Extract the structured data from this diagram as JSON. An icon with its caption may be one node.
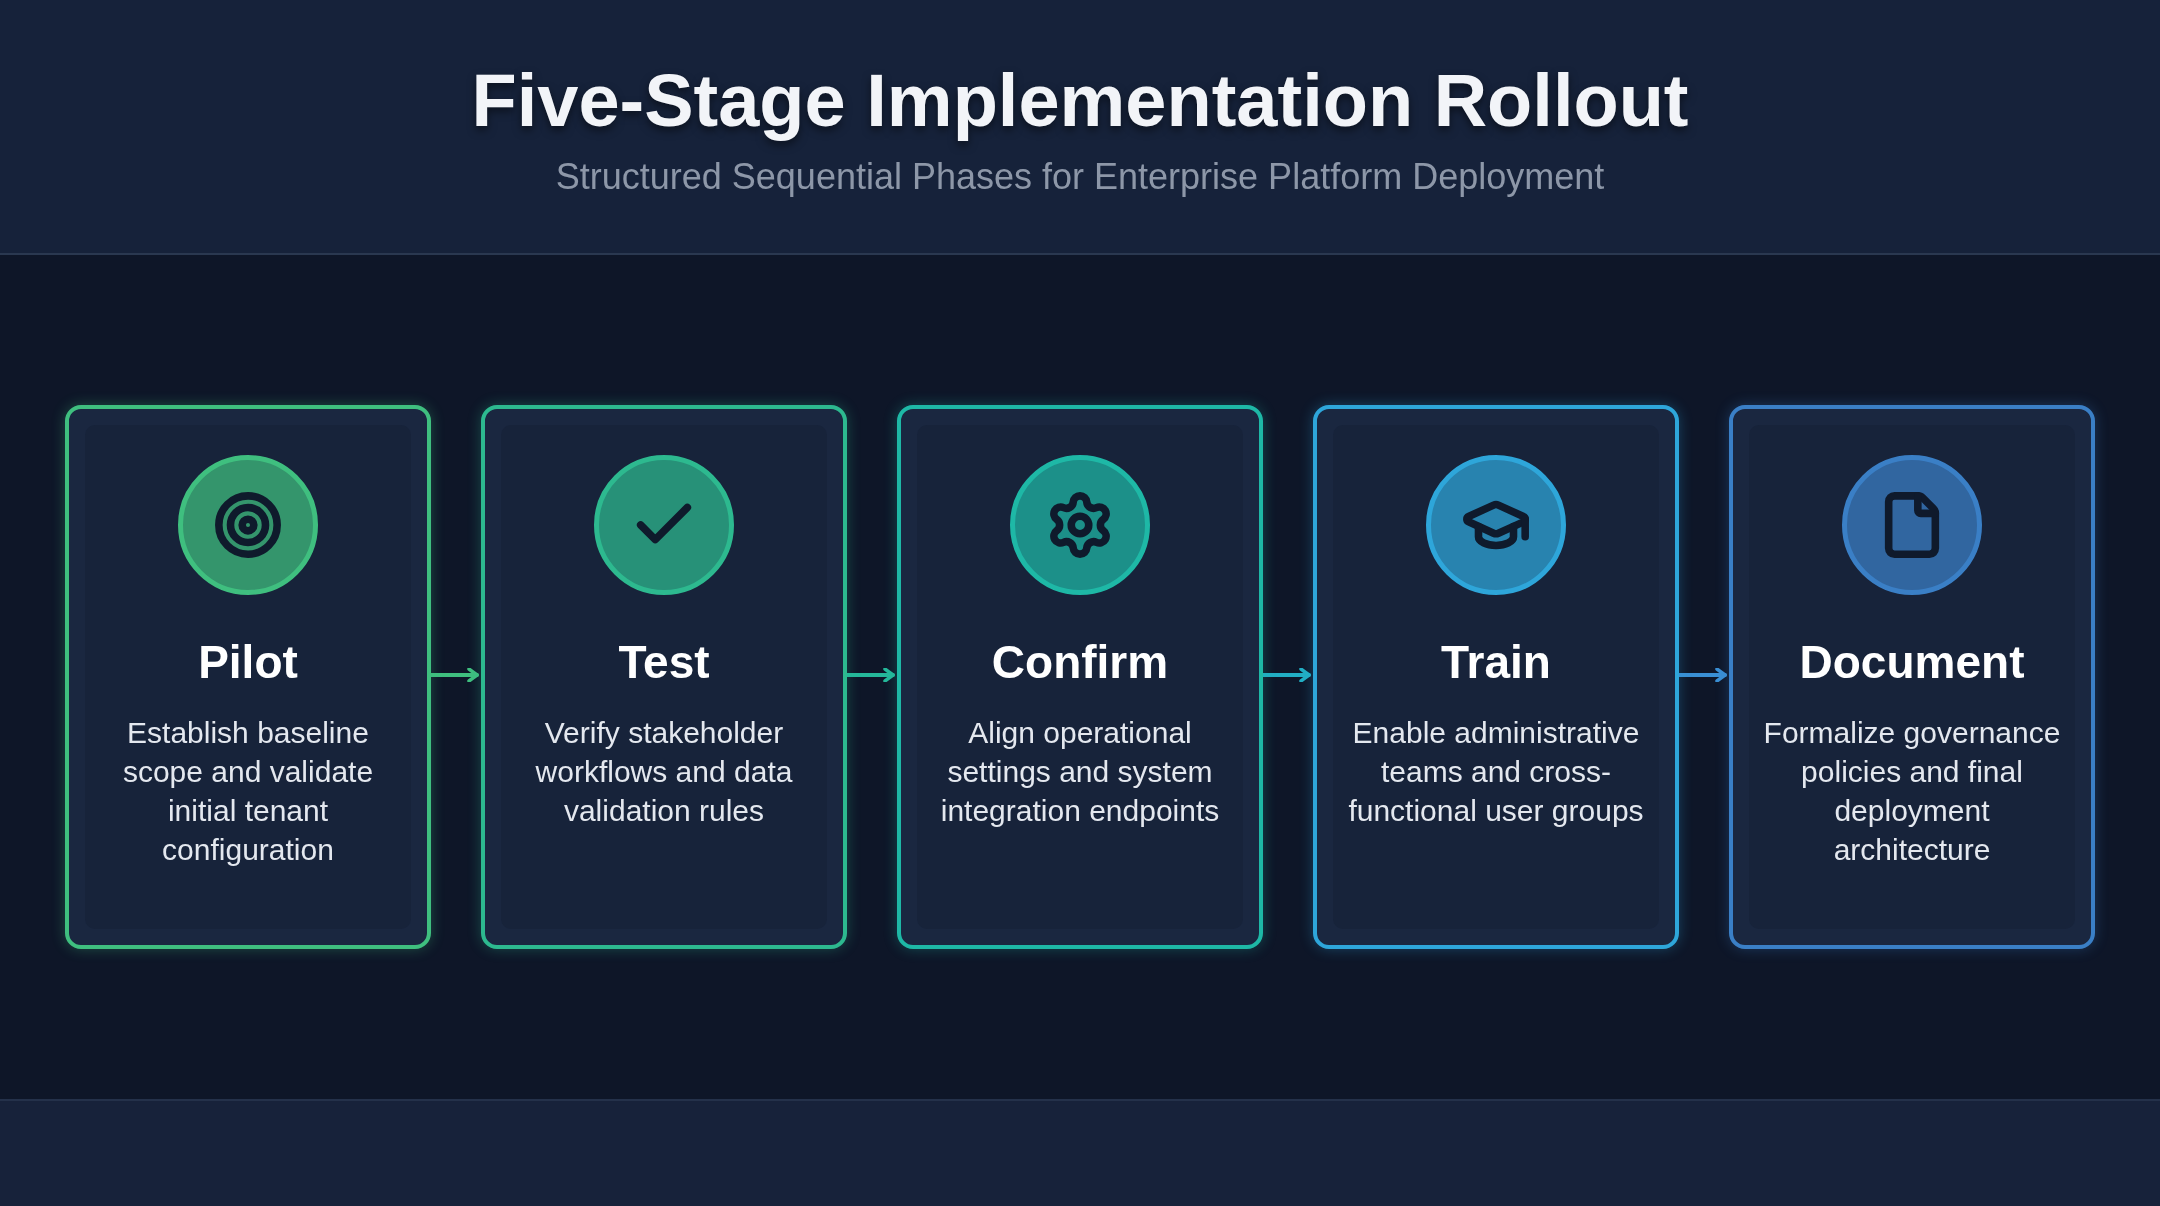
{
  "diagram": {
    "title": "Five-Stage Implementation Rollout",
    "caption": "Structured Sequential Phases for Enterprise Platform Deployment",
    "nodes": [
      {
        "text": [
          "Pilot",
          "Establish baseline scope and validate initial tenant configuration"
        ]
      },
      {
        "text": [
          "Test",
          "Verify stakeholder workflows and data validation rules"
        ]
      },
      {
        "text": [
          "Confirm",
          "Align operational settings and system integration endpoints"
        ]
      },
      {
        "text": [
          "Train",
          "Enable administrative teams and cross-functional user groups"
        ]
      },
      {
        "text": [
          "Document",
          "Formalize governance policies and final deployment architecture"
        ]
      }
    ],
    "edges": [
      {
        "from": 0,
        "to": 1,
        "arrow": "to",
        "color": "#3fbf7f"
      },
      {
        "from": 1,
        "to": 2,
        "arrow": "to",
        "color": "#25b89a"
      },
      {
        "from": 2,
        "to": 3,
        "arrow": "to",
        "color": "#22aec4"
      },
      {
        "from": 3,
        "to": 4,
        "arrow": "to",
        "color": "#3a8fd4"
      }
    ]
  }
}
